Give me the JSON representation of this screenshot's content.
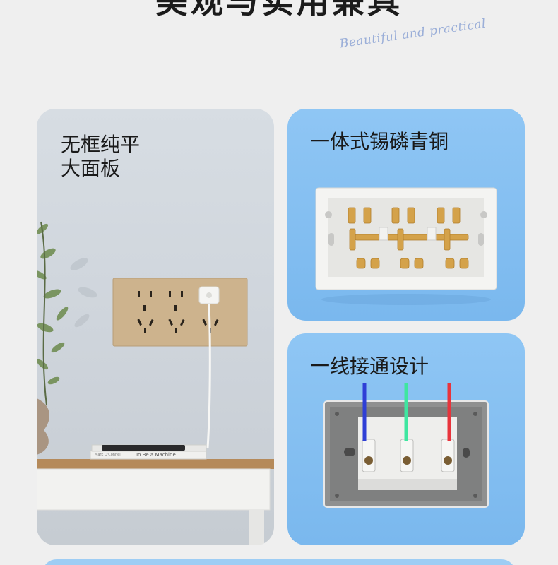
{
  "header": {
    "title": "美观与实用兼具",
    "subtitle_script": "Beautiful and practical"
  },
  "cards": {
    "frameless": {
      "title_line1": "无框纯平",
      "title_line2": "大面板"
    },
    "bronze": {
      "title": "一体式锡磷青铜"
    },
    "wiring": {
      "title": "一线接通设计"
    }
  },
  "props": {
    "book_text": "To Be a Machine",
    "book_author": "Mark O'Connell"
  },
  "colors": {
    "card_blue": "#8fc6f4",
    "panel_gold": "#cdb38d",
    "wire_blue": "#2f3fd6",
    "wire_green": "#3ee6a0",
    "wire_red": "#e8343c"
  }
}
